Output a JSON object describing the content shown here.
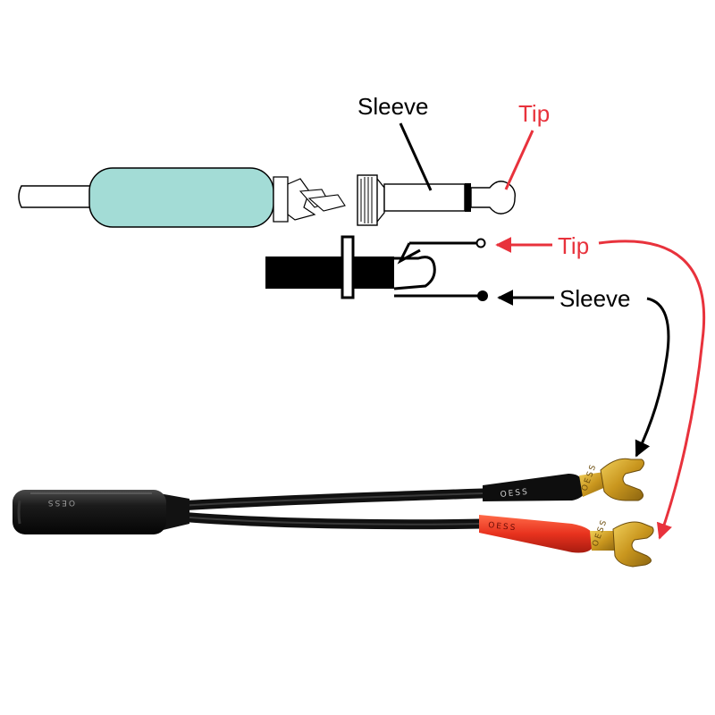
{
  "labels": {
    "plug_sleeve": "Sleeve",
    "plug_tip": "Tip",
    "jack_tip": "Tip",
    "jack_sleeve": "Sleeve"
  },
  "cable": {
    "boot_stamp": "OESS",
    "lug_stamp": "OESS"
  },
  "colors": {
    "tip_red": "#e8323c",
    "ink_black": "#000000",
    "plug_handle": "#a3dcd6",
    "insulation_red": "#e8321e",
    "lug_gold": "#c9961e"
  }
}
